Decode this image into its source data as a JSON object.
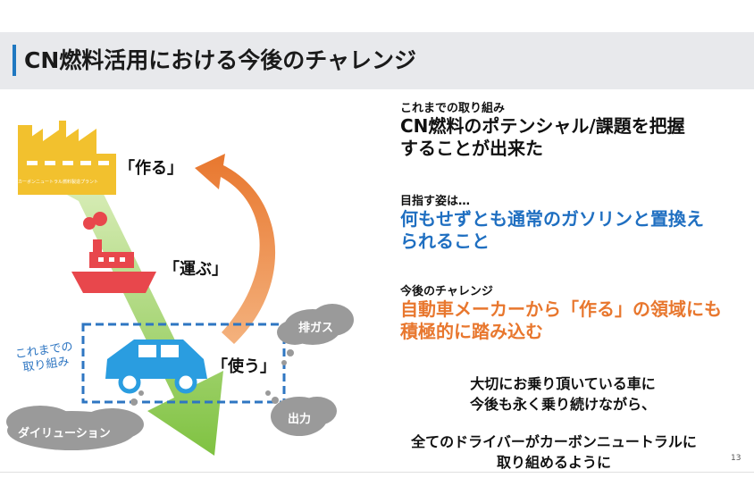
{
  "title": "CN燃料活用における今後のチャレンジ",
  "figure": {
    "factory_sign": "カーボンニュートラル燃料製造プラント",
    "label_make": "「作る」",
    "label_carry": "「運ぶ」",
    "label_use": "「使う」",
    "prior_effort": "これまでの\n取り組み",
    "cloud_exhaust": "排ガス",
    "cloud_output": "出力",
    "cloud_dilution": "ダイリューション"
  },
  "sections": [
    {
      "heading": "これまでの取り組み",
      "text": "CN燃料のポテンシャル/課題を把握することが出来た",
      "line1": "CN燃料のポテンシャル/課題を把握",
      "line2": "することが出来た",
      "color": "#111111"
    },
    {
      "heading": "目指す姿は…",
      "text": "何もせずとも通常のガソリンと置換えられること",
      "line1": "何もせずとも通常のガソリンと置換え",
      "line2": "られること",
      "color": "#1f6fc1"
    },
    {
      "heading": "今後のチャレンジ",
      "text": "自動車メーカーから「作る」の領域にも積極的に踏み込む",
      "line1": "自動車メーカーから「作る」の領域にも",
      "line2": "積極的に踏み込む",
      "color": "#e8772e"
    }
  ],
  "message1": {
    "line1": "大切にお乗り頂いている車に",
    "line2": "今後も永く乗り続けながら、"
  },
  "message2": {
    "line1": "全てのドライバーがカーボンニュートラルに",
    "line2": "取り組めるように"
  },
  "page_number": "13",
  "colors": {
    "accent_blue": "#1f78c1",
    "orange": "#e8772e",
    "green": "#8cc63f",
    "red": "#e8474c",
    "yellow": "#f2c12e",
    "cloud_gray": "#9a9a9a"
  }
}
